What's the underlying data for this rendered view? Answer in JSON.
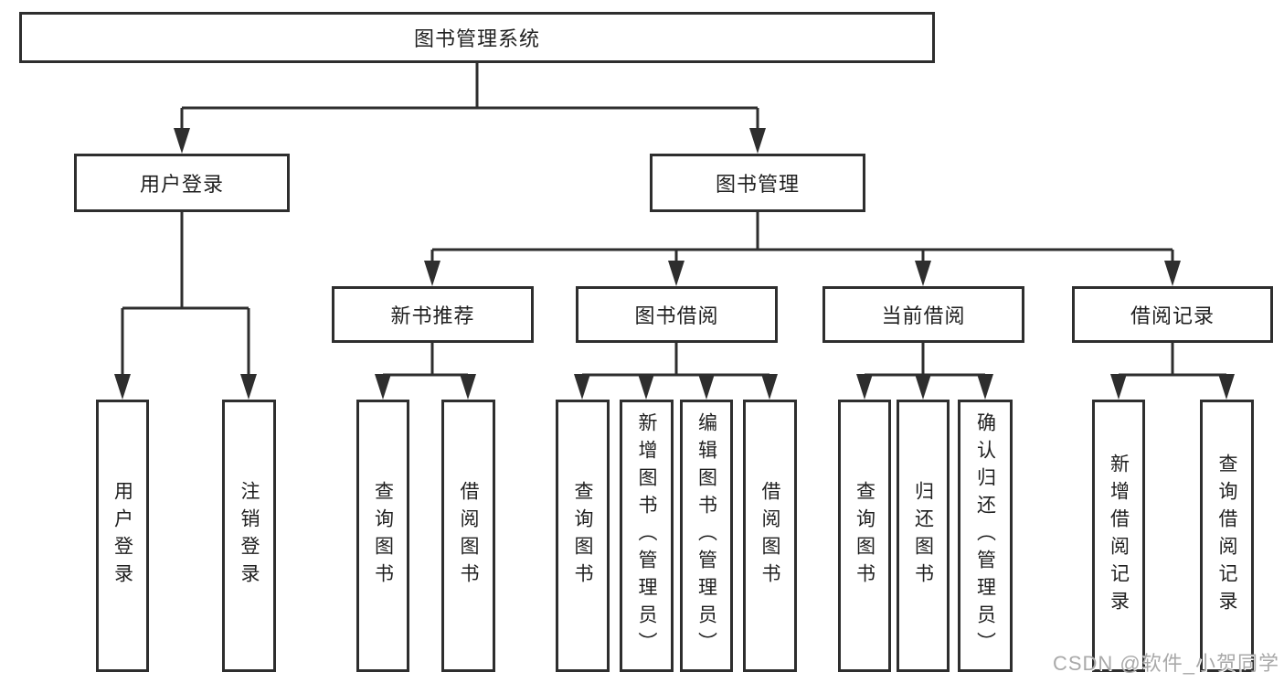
{
  "diagram": {
    "type": "hierarchy-tree",
    "root": {
      "label": "图书管理系统"
    },
    "level2": [
      {
        "label": "用户登录",
        "parent": "图书管理系统"
      },
      {
        "label": "图书管理",
        "parent": "图书管理系统"
      }
    ],
    "level3": [
      {
        "label": "新书推荐",
        "parent": "图书管理"
      },
      {
        "label": "图书借阅",
        "parent": "图书管理"
      },
      {
        "label": "当前借阅",
        "parent": "图书管理"
      },
      {
        "label": "借阅记录",
        "parent": "图书管理"
      }
    ],
    "leaves": [
      {
        "label": "用户登录",
        "parent": "用户登录"
      },
      {
        "label": "注销登录",
        "parent": "用户登录"
      },
      {
        "label": "查询图书",
        "parent": "新书推荐"
      },
      {
        "label": "借阅图书",
        "parent": "新书推荐"
      },
      {
        "label": "查询图书",
        "parent": "图书借阅"
      },
      {
        "label": "新增图书（管理员）",
        "parent": "图书借阅"
      },
      {
        "label": "编辑图书（管理员）",
        "parent": "图书借阅"
      },
      {
        "label": "借阅图书",
        "parent": "图书借阅"
      },
      {
        "label": "查询图书",
        "parent": "当前借阅"
      },
      {
        "label": "归还图书",
        "parent": "当前借阅"
      },
      {
        "label": "确认归还（管理员）",
        "parent": "当前借阅"
      },
      {
        "label": "新增借阅记录",
        "parent": "借阅记录"
      },
      {
        "label": "查询借阅记录",
        "parent": "借阅记录"
      }
    ],
    "colors": {
      "line": "#2e2e2e",
      "text": "#1f1f1f",
      "background": "#ffffff"
    }
  },
  "watermark": {
    "text": "CSDN @软件_小贺同学",
    "color": "#a9a9a9"
  }
}
